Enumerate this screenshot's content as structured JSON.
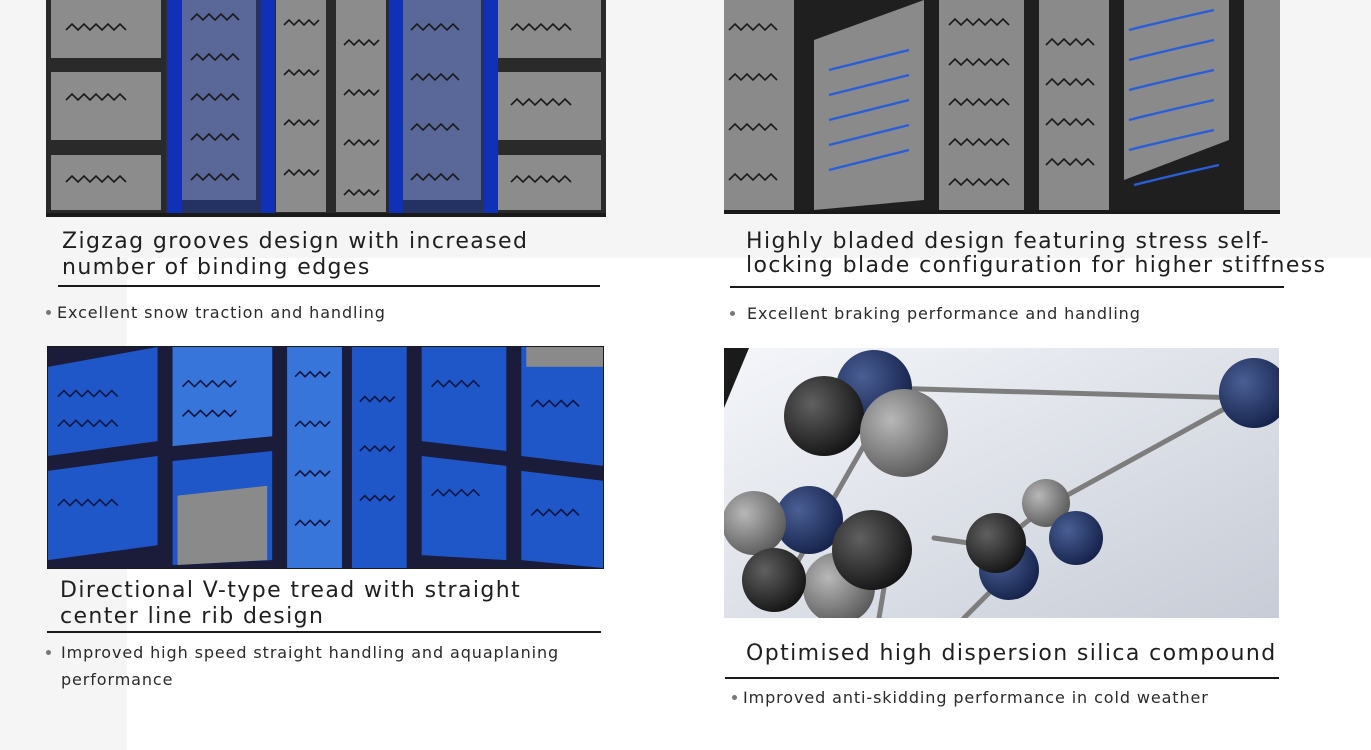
{
  "features": [
    {
      "id": "zigzag",
      "title": "Zigzag grooves design with increased number of binding edges",
      "bullet": "Excellent snow traction and handling",
      "image": "zigzag-groove-tread-image"
    },
    {
      "id": "bladed",
      "title": "Highly bladed design featuring stress self-locking blade configuration for higher stiffness",
      "bullet": "Excellent braking performance and handling",
      "image": "bladed-tread-image"
    },
    {
      "id": "directional",
      "title": "Directional V-type tread with straight center line rib design",
      "bullet": "Improved high speed straight handling and aquaplaning performance",
      "image": "directional-tread-image"
    },
    {
      "id": "silica",
      "title": "Optimised high dispersion silica compound",
      "bullet": "Improved anti-skidding performance in cold weather",
      "image": "silica-molecule-image"
    }
  ],
  "colors": {
    "accent_blue": "#1a3aa8",
    "highlight_blue": "#3a7fe0",
    "tread_gray": "#8a8a8a",
    "groove_dark": "#232323",
    "molecule_navy": "#1f3566"
  }
}
